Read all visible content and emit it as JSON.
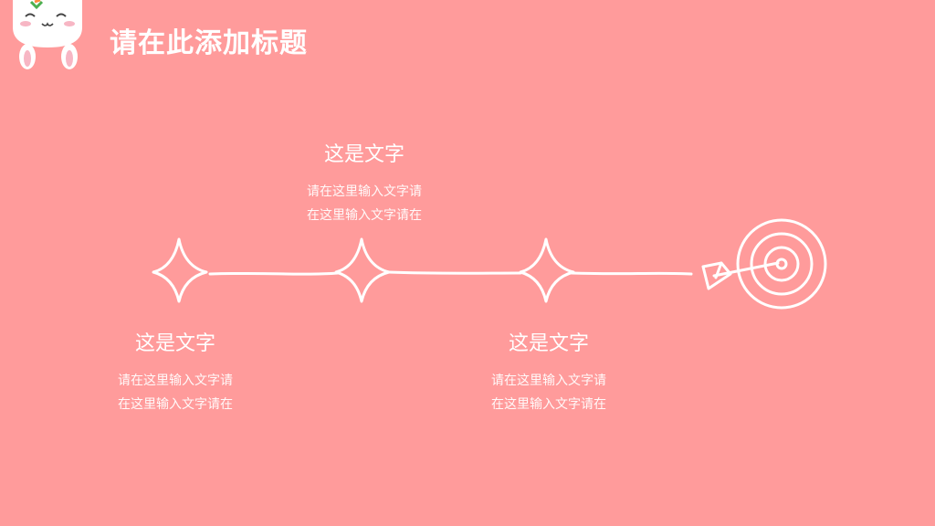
{
  "slide": {
    "title": "请在此添加标题",
    "steps": [
      {
        "heading": "这是文字",
        "body_line1": "请在这里输入文字请",
        "body_line2": "在这里输入文字请在"
      },
      {
        "heading": "这是文字",
        "body_line1": "请在这里输入文字请",
        "body_line2": "在这里输入文字请在"
      },
      {
        "heading": "这是文字",
        "body_line1": "请在这里输入文字请",
        "body_line2": "在这里输入文字请在"
      }
    ]
  },
  "colors": {
    "background": "#ff9b9b",
    "foreground": "#ffffff"
  },
  "icons": [
    "bunny-mascot-icon",
    "sparkle-diamond-icon",
    "target-icon",
    "arrow-icon"
  ]
}
